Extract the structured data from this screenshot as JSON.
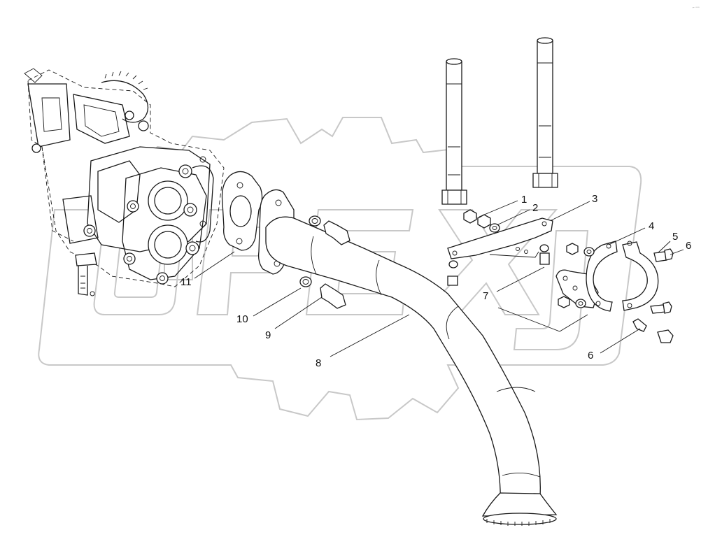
{
  "diagram": {
    "callouts": [
      {
        "id": "c1",
        "label": "1"
      },
      {
        "id": "c2",
        "label": "2"
      },
      {
        "id": "c3",
        "label": "3"
      },
      {
        "id": "c4",
        "label": "4"
      },
      {
        "id": "c5",
        "label": "5"
      },
      {
        "id": "c6a",
        "label": "6"
      },
      {
        "id": "c6b",
        "label": "6"
      },
      {
        "id": "c7",
        "label": "7"
      },
      {
        "id": "c8",
        "label": "8"
      },
      {
        "id": "c9",
        "label": "9"
      },
      {
        "id": "c10",
        "label": "10"
      },
      {
        "id": "c11",
        "label": "11"
      }
    ],
    "corner_mark": "⌐ ▫▫▫",
    "watermark_name": "OPEX watermark"
  }
}
